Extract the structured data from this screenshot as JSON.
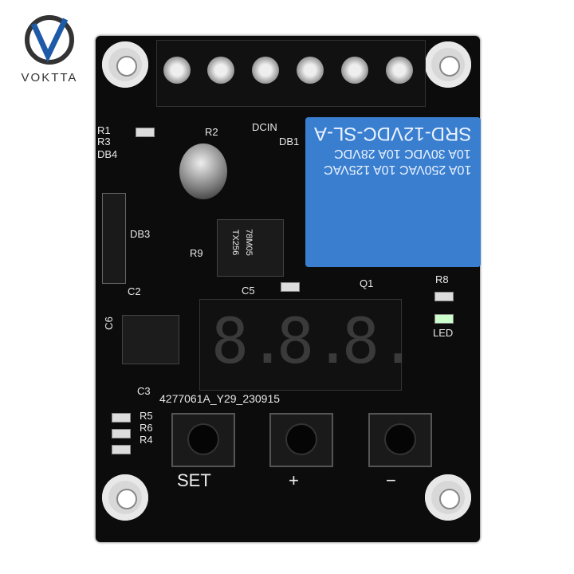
{
  "logo": {
    "brand": "VOKTTA",
    "accent": "#1d5aa8"
  },
  "board": {
    "color": "#0c0c0c",
    "silkscreen": {
      "r1": "R1",
      "r3": "R3",
      "db4": "DB4",
      "r2": "R2",
      "dcin": "DCIN",
      "db1": "DB1",
      "db3": "DB3",
      "r9": "R9",
      "c5": "C5",
      "q1": "Q1",
      "r8": "R8",
      "led": "LED",
      "c2": "C2",
      "c6": "C6",
      "c3": "C3",
      "r5": "R5",
      "r6": "R6",
      "r4": "R4",
      "serial": "4277061A_Y29_230915"
    },
    "regulator": {
      "line1": "78M05",
      "line2": "TX256"
    },
    "relay": {
      "color": "#3a7fcf",
      "model": "SRD-12VDC-SL-A",
      "line2": "10A 30VDC 10A 28VDC",
      "line3": "10A 250VAC 10A 125VAC"
    },
    "display": {
      "digits": [
        "8.",
        "8.",
        "8."
      ]
    },
    "buttons": [
      {
        "label": "SET"
      },
      {
        "label": "+"
      },
      {
        "label": "−"
      }
    ]
  }
}
